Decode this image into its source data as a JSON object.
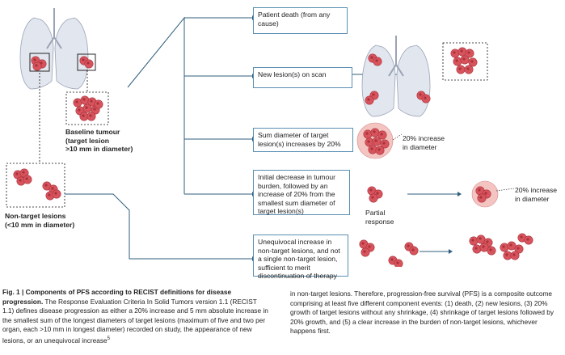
{
  "events": [
    {
      "text": "Patient death (from any cause)"
    },
    {
      "text": "New lesion(s) on scan"
    },
    {
      "text": "Sum diameter of target lesion(s) increases by 20%"
    },
    {
      "text": "Initial decrease in tumour burden, followed by an increase of 20% from the smallest sum diameter of target lesion(s)"
    },
    {
      "text": "Unequivocal increase in non-target lesions, and not a single non-target lesion, sufficient to merit discontinuation of therapy"
    }
  ],
  "labels": {
    "baseline_line1": "Baseline tumour",
    "baseline_line2": "(target lesion",
    "baseline_line3": ">10 mm in diameter)",
    "nontarget_line1": "Non-target lesions",
    "nontarget_line2": "(<10 mm in diameter)",
    "increase_line1": "20% increase",
    "increase_line2": "in diameter",
    "increase2_line1": "20% increase",
    "increase2_line2": "in diameter",
    "partial_line1": "Partial",
    "partial_line2": "response"
  },
  "caption": {
    "fig_label": "Fig. 1 | Components of PFS according to RECIST definitions for disease progression.",
    "left_body": "The Response Evaluation Criteria In Solid Tumors version 1.1 (RECIST 1.1) defines disease progression as either a 20% increase and 5 mm absolute increase in the smallest sum of the longest diameters of target lesions (maximum of five and two per organ, each >10 mm in longest diameter) recorded on study, the appearance of new lesions, or an unequivocal increase",
    "ref": "5",
    "right_body": "in non-target lesions. Therefore, progression-free survival (PFS) is a composite outcome comprising at least five different component events: (1) death, (2) new lesions, (3) 20% growth of target lesions without any shrinkage, (4) shrinkage of target lesions followed by 20% growth, and (5) a clear increase in the burden of non-target lesions, whichever happens first."
  },
  "colors": {
    "connector": "#2f5e7e",
    "box_border": "#5a8fb0",
    "tumour": "#d8545d",
    "tumour_dark": "#a8323c",
    "tumour_growth": "#f4c4c1",
    "lung": "#e2e6ee",
    "lung_stroke": "#9aa3b5"
  }
}
